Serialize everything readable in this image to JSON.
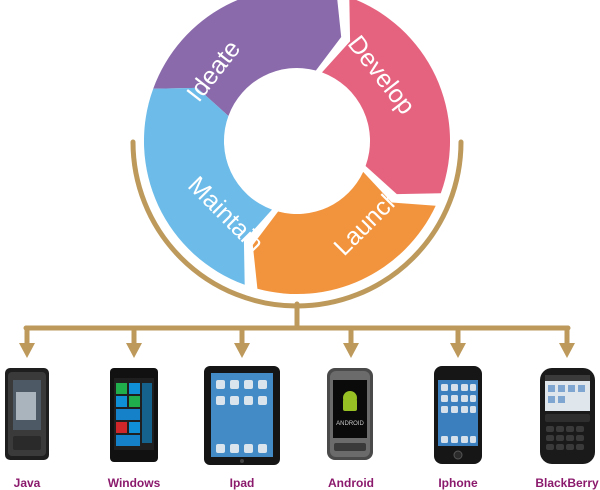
{
  "cycle": {
    "segments": [
      {
        "label": "Ideate",
        "color": "#8a6aab"
      },
      {
        "label": "Develop",
        "color": "#e5637f"
      },
      {
        "label": "Launch",
        "color": "#f2943d"
      },
      {
        "label": "Maintain",
        "color": "#6cbbe9"
      }
    ]
  },
  "connector": {
    "color": "#bd9a5c"
  },
  "platforms": [
    {
      "label": "Java",
      "icon": "java-phone-icon"
    },
    {
      "label": "Windows",
      "icon": "windows-phone-icon"
    },
    {
      "label": "Ipad",
      "icon": "ipad-icon"
    },
    {
      "label": "Android",
      "icon": "android-phone-icon"
    },
    {
      "label": "Iphone",
      "icon": "iphone-icon"
    },
    {
      "label": "BlackBerry",
      "icon": "blackberry-phone-icon"
    }
  ],
  "label_color": "#8b1a6d"
}
